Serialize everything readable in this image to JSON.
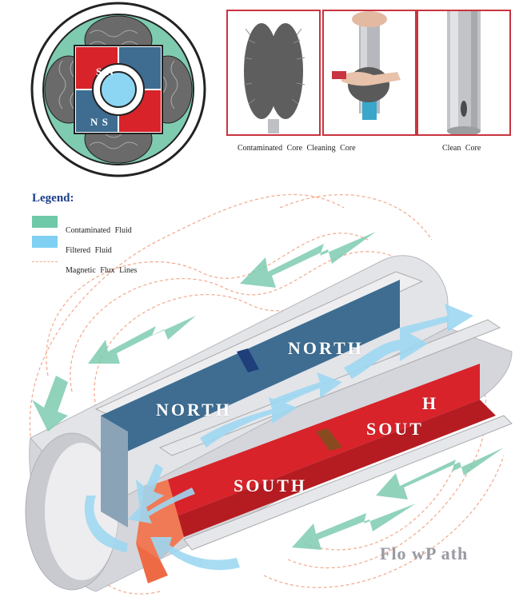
{
  "captions": {
    "contaminated_cleaning": "Contaminated Core Cleaning Core",
    "clean": "Clean Core"
  },
  "cross_section": {
    "pole_top": "S N",
    "pole_bottom": "N S"
  },
  "legend": {
    "title": "Legend:",
    "items": [
      {
        "label": "Contaminated Fluid",
        "color": "#6ec9a8"
      },
      {
        "label": "Filtered Fluid",
        "color": "#7fd0f2"
      },
      {
        "label": "Magnetic Flux Lines",
        "color": "#f2a98c"
      }
    ]
  },
  "magnet_labels": {
    "north_upper": "NORTH",
    "north_lower": "NORTH",
    "south_h": "H",
    "south_sout": "SOUT",
    "south_lower": "SOUTH"
  },
  "flow_path": "Flo wP ath",
  "colors": {
    "north_magnet": "#3e6d91",
    "south_magnet": "#d8232a",
    "tube": "#dcdde2",
    "accent_red": "#c8343f"
  }
}
